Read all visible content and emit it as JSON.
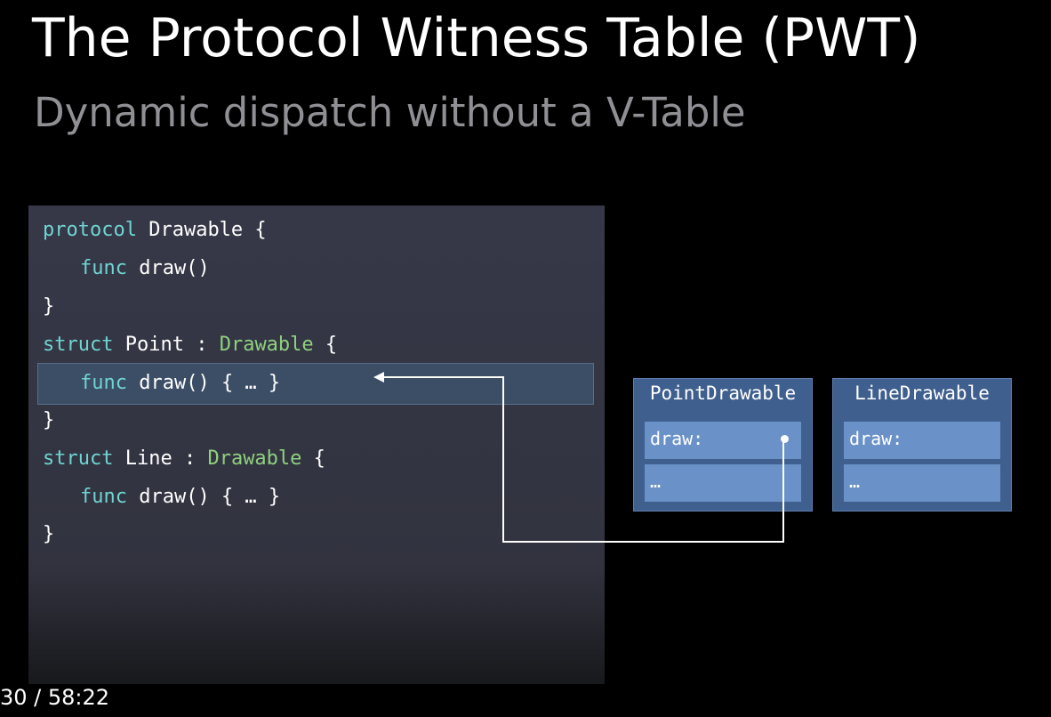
{
  "slide": {
    "title": "The Protocol Witness Table (PWT)",
    "subtitle": "Dynamic dispatch without a V-Table"
  },
  "code": {
    "line1": {
      "kw": "protocol",
      "rest": " Drawable {"
    },
    "line2": {
      "kw": "func",
      "rest": " draw()"
    },
    "line3": "}",
    "line4": {
      "kw": "struct",
      "name": " Point : ",
      "type": "Drawable",
      "rest": " {"
    },
    "line5": {
      "kw": "func",
      "rest": " draw() { … }"
    },
    "line6": "}",
    "line7": {
      "kw": "struct",
      "name": " Line : ",
      "type": "Drawable",
      "rest": " {"
    },
    "line8": {
      "kw": "func",
      "rest": " draw() { … }"
    },
    "line9": "}"
  },
  "witness_tables": [
    {
      "title": "PointDrawable",
      "slot1": "draw:",
      "slot2": "…"
    },
    {
      "title": "LineDrawable",
      "slot1": "draw:",
      "slot2": "…"
    }
  ],
  "player": {
    "time": "30 / 58:22"
  },
  "colors": {
    "keyword": "#6fd4d1",
    "type": "#8fd07e",
    "table_bg": "#3f5f8e",
    "slot_bg": "#6a92c8"
  }
}
